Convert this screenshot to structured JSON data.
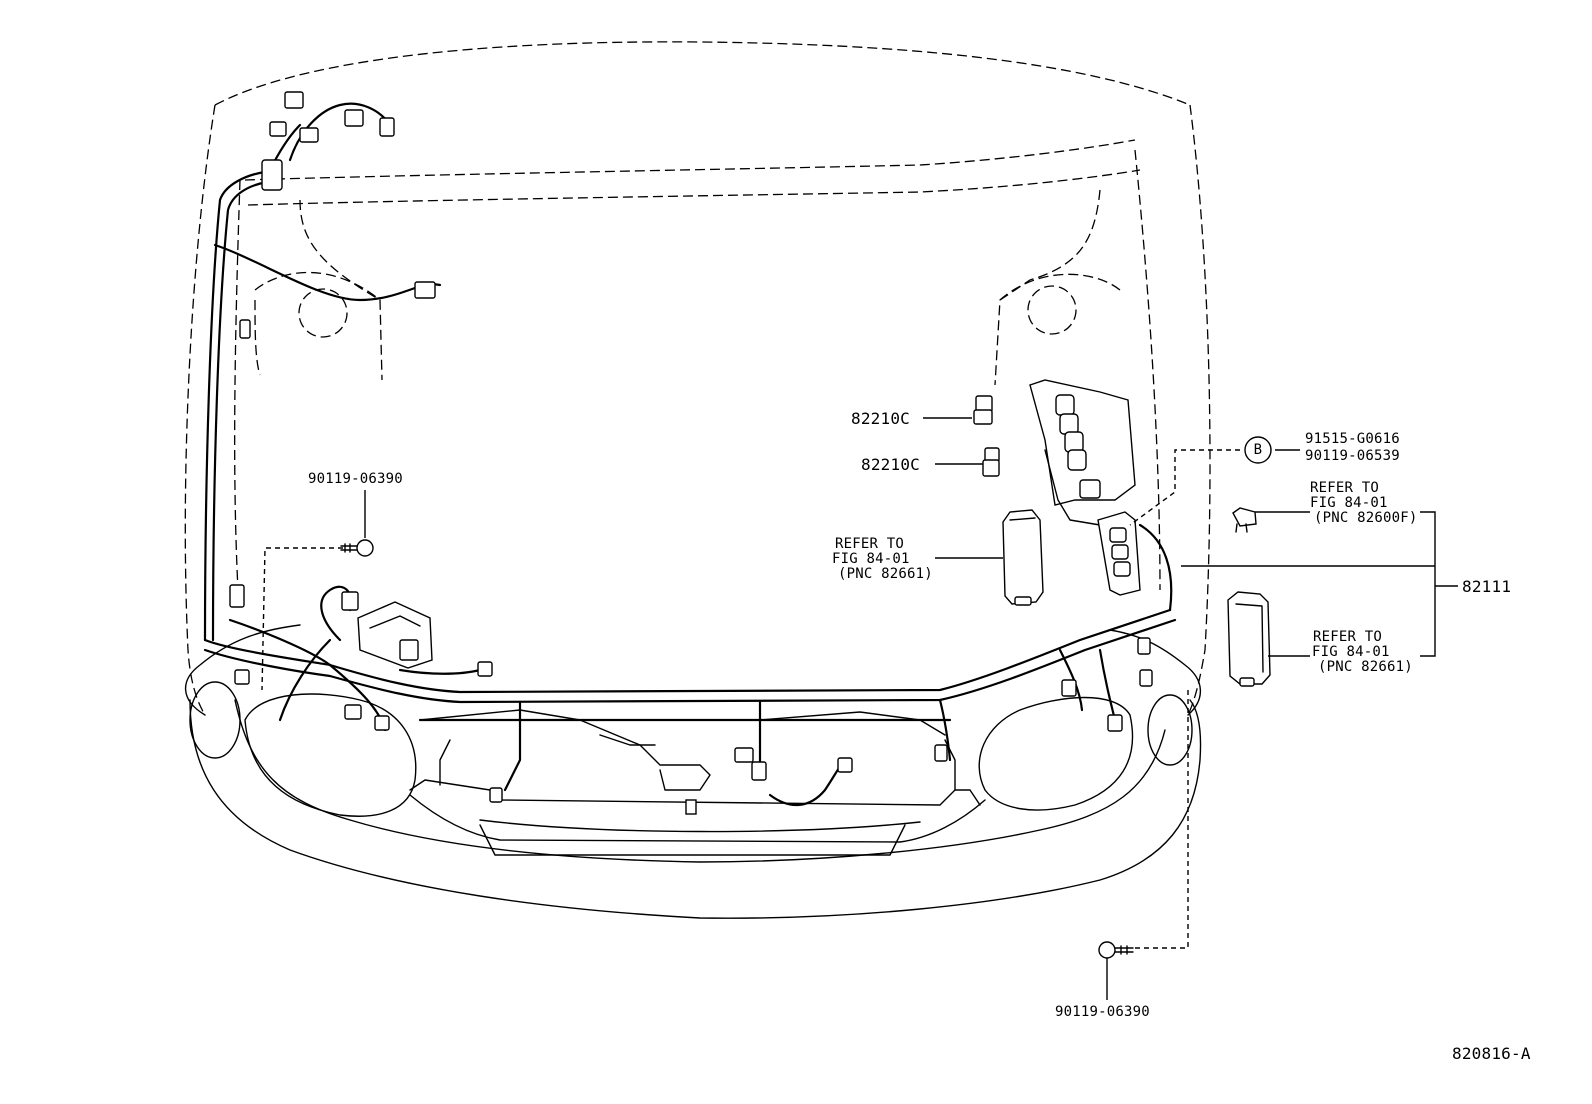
{
  "labels": {
    "p82210c_top": "82210C",
    "p82210c_bottom": "82210C",
    "p91515": "91515-G0616",
    "p90119_06539": "90119-06539",
    "callout_b": "B",
    "p90119_06390_left": "90119-06390",
    "p90119_06390_bottom": "90119-06390",
    "refer_center": [
      "REFER TO",
      "FIG 84-01",
      "(PNC 82661)"
    ],
    "refer_right_top": [
      "REFER TO",
      "FIG 84-01",
      "(PNC 82600F)"
    ],
    "refer_right_bottom": [
      "REFER TO",
      "FIG 84-01",
      "(PNC 82661)"
    ],
    "p82111": "82111",
    "figure_id": "820816-A"
  }
}
